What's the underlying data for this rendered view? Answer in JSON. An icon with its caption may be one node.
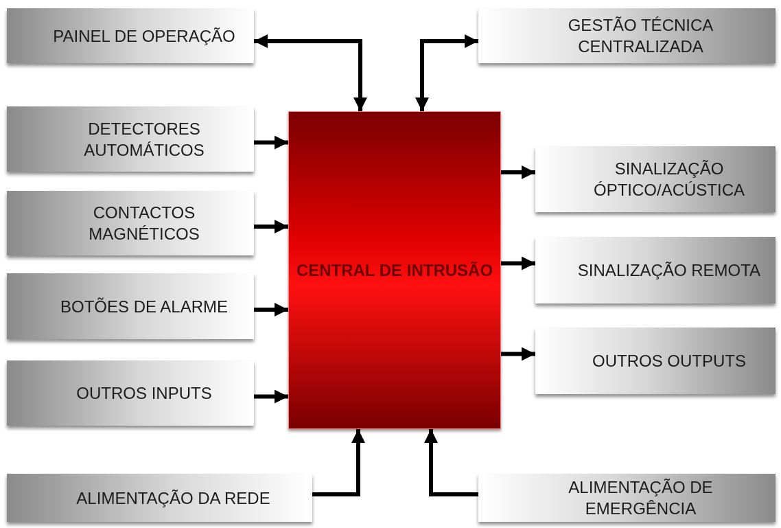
{
  "diagram": {
    "nodes": [
      {
        "text": [
          "PAINEL DE OPERAÇÃO"
        ]
      },
      {
        "text": [
          "GESTÃO TÉCNICA CENTRALIZADA"
        ]
      },
      {
        "text": [
          "DETECTORES AUTOMÁTICOS"
        ]
      },
      {
        "text": [
          "CONTACTOS MAGNÉTICOS"
        ]
      },
      {
        "text": [
          "BOTÕES DE ALARME"
        ]
      },
      {
        "text": [
          "OUTROS INPUTS"
        ]
      },
      {
        "text": [
          "SINALIZAÇÃO ÓPTICO/ACÚSTICA"
        ]
      },
      {
        "text": [
          "SINALIZAÇÃO REMOTA"
        ]
      },
      {
        "text": [
          "OUTROS OUTPUTS"
        ]
      },
      {
        "text": [
          "ALIMENTAÇÃO DA REDE"
        ]
      },
      {
        "text": [
          "ALIMENTAÇÃO DE EMERGÊNCIA"
        ]
      },
      {
        "text": [
          "CENTRAL DE INTRUSÃO"
        ]
      }
    ],
    "edges": [
      {
        "from": 0,
        "to": 11,
        "arrow": "both"
      },
      {
        "from": 11,
        "to": 1,
        "arrow": "both"
      },
      {
        "from": 2,
        "to": 11,
        "arrow": "to"
      },
      {
        "from": 3,
        "to": 11,
        "arrow": "to"
      },
      {
        "from": 4,
        "to": 11,
        "arrow": "to"
      },
      {
        "from": 5,
        "to": 11,
        "arrow": "to"
      },
      {
        "from": 11,
        "to": 6,
        "arrow": "to"
      },
      {
        "from": 11,
        "to": 7,
        "arrow": "to"
      },
      {
        "from": 11,
        "to": 8,
        "arrow": "to"
      },
      {
        "from": 9,
        "to": 11,
        "arrow": "to"
      },
      {
        "from": 10,
        "to": 11,
        "arrow": "to"
      }
    ]
  }
}
